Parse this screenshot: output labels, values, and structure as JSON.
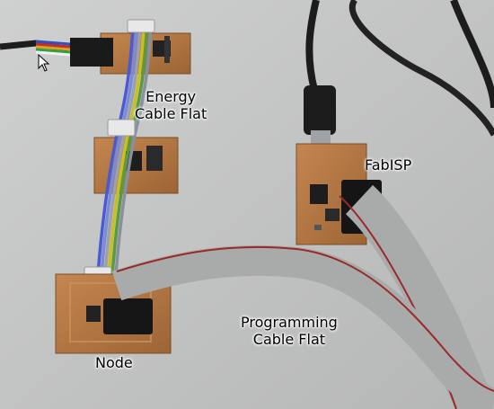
{
  "labels": {
    "energy_cable": [
      "Energy",
      "Cable Flat"
    ],
    "fabisp": "FabISP",
    "programming_cable": [
      "Programming",
      "Cable Flat"
    ],
    "node": "Node"
  },
  "colors": {
    "board": "#b8763f",
    "board_dark": "#8a5a30",
    "table": "#c4c5c5",
    "cable_grey": "#a9abab",
    "cable_red": "#9a2a2a",
    "usb_black": "#1c1c1c"
  }
}
